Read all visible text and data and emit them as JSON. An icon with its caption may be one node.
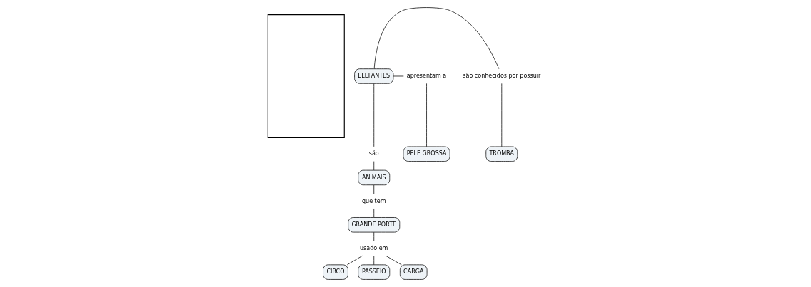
{
  "diagram": {
    "nodes": [
      {
        "text": [],
        "shape": "box"
      },
      {
        "text": [
          "ELEFANTES"
        ]
      },
      {
        "text": [
          "são conhecidos por possuir"
        ]
      },
      {
        "text": [
          "são"
        ]
      },
      {
        "text": [
          "apresentam a"
        ]
      },
      {
        "text": [
          "TROMBA"
        ]
      },
      {
        "text": [
          "ANIMAIS"
        ]
      },
      {
        "text": [
          "PELE GROSSA"
        ]
      },
      {
        "text": [
          "que tem"
        ]
      },
      {
        "text": [
          "GRANDE PORTE"
        ]
      },
      {
        "text": [
          "usado em"
        ]
      },
      {
        "text": [
          "CIRCO"
        ]
      },
      {
        "text": [
          "PASSEIO"
        ]
      },
      {
        "text": [
          "CARGA"
        ]
      }
    ],
    "edges": [
      {
        "from": 1,
        "to": 2,
        "arrow": "none"
      },
      {
        "from": 1,
        "to": 3,
        "arrow": "none"
      },
      {
        "from": 1,
        "to": 4,
        "arrow": "none"
      },
      {
        "from": 2,
        "to": 5,
        "arrow": "none"
      },
      {
        "from": 3,
        "to": 6,
        "arrow": "none"
      },
      {
        "from": 4,
        "to": 7,
        "arrow": "none"
      },
      {
        "from": 6,
        "to": 8,
        "arrow": "none"
      },
      {
        "from": 8,
        "to": 9,
        "arrow": "none"
      },
      {
        "from": 9,
        "to": 10,
        "arrow": "none"
      },
      {
        "from": 10,
        "to": 11,
        "arrow": "none"
      },
      {
        "from": 10,
        "to": 12,
        "arrow": "none"
      },
      {
        "from": 10,
        "to": 13,
        "arrow": "none"
      }
    ]
  }
}
